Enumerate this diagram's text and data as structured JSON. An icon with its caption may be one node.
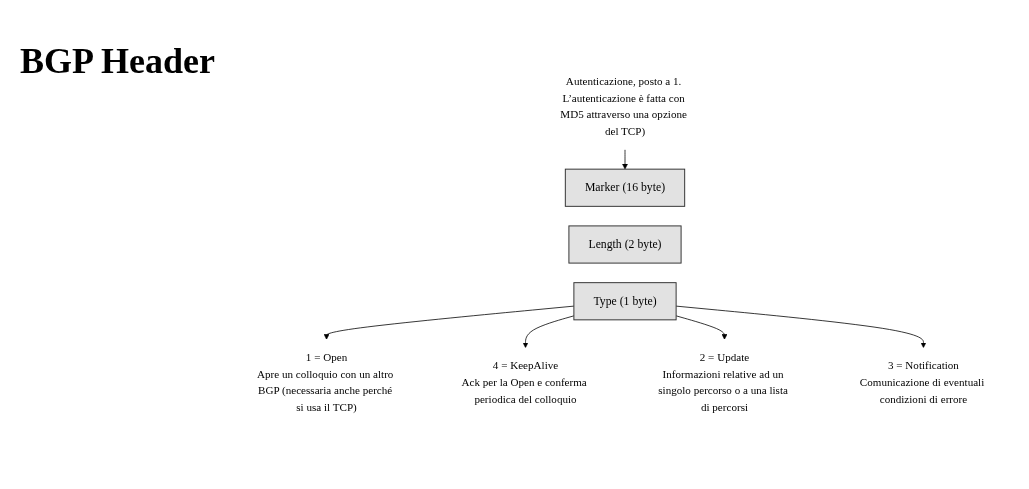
{
  "diagram": {
    "title": "BGP Header",
    "nodes": [
      {
        "text": [
          "Marker (16 byte)"
        ]
      },
      {
        "text": [
          "Length (2 byte)"
        ]
      },
      {
        "text": [
          "Type (1 byte)"
        ]
      },
      {
        "text": [
          "Autenticazione, posto a 1. L’autenticazione è fatta con MD5 attraverso una opzione del TCP)"
        ]
      },
      {
        "text": [
          "1 = Open",
          "Apre un colloquio con un altro BGP (necessaria anche perché si usa il TCP)"
        ]
      },
      {
        "text": [
          "4 = KeepAlive",
          "Ack per la Open e conferma periodica del colloquio"
        ]
      },
      {
        "text": [
          "2 = Update",
          "Informazioni relative ad un singolo percorso o a una lista di percorsi"
        ]
      },
      {
        "text": [
          "3 = Notification",
          "Comunicazione di eventuali condizioni di errore"
        ]
      }
    ],
    "edges": [
      {
        "from": 3,
        "to": 0,
        "arrow": "to"
      },
      {
        "from": 2,
        "to": 4,
        "arrow": "to"
      },
      {
        "from": 2,
        "to": 5,
        "arrow": "to"
      },
      {
        "from": 2,
        "to": 6,
        "arrow": "to"
      },
      {
        "from": 2,
        "to": 7,
        "arrow": "to"
      }
    ]
  }
}
